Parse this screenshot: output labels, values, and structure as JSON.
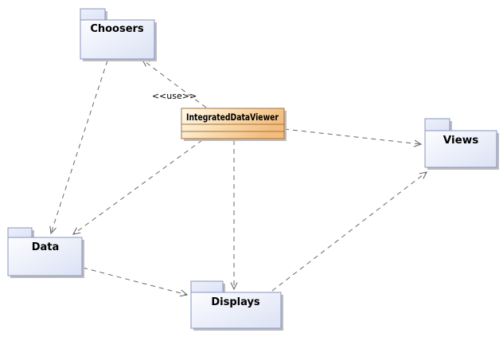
{
  "diagram": {
    "kind": "uml-package-dependency-diagram",
    "background": "#ffffff",
    "packages": {
      "choosers": {
        "name": "Choosers"
      },
      "data": {
        "name": "Data"
      },
      "displays": {
        "name": "Displays"
      },
      "views": {
        "name": "Views"
      }
    },
    "class_box": {
      "name": "IntegratedDataViewer",
      "empty_compartments": 2
    },
    "use_label": "<<use>>",
    "edges": [
      {
        "from": "IntegratedDataViewer",
        "to": "Choosers",
        "style": "dashed",
        "arrowhead": "open",
        "label": "<<use>>"
      },
      {
        "from": "IntegratedDataViewer",
        "to": "Views",
        "style": "dashed",
        "arrowhead": "open",
        "label": ""
      },
      {
        "from": "IntegratedDataViewer",
        "to": "Data",
        "style": "dashed",
        "arrowhead": "open",
        "label": ""
      },
      {
        "from": "IntegratedDataViewer",
        "to": "Displays",
        "style": "dashed",
        "arrowhead": "open",
        "label": ""
      },
      {
        "from": "Choosers",
        "to": "Data",
        "style": "dashed",
        "arrowhead": "open",
        "label": ""
      },
      {
        "from": "Data",
        "to": "Displays",
        "style": "dashed",
        "arrowhead": "open",
        "label": ""
      },
      {
        "from": "Displays",
        "to": "Views",
        "style": "dashed",
        "arrowhead": "open",
        "label": ""
      }
    ],
    "colors": {
      "package_fill_light": "#fdfdff",
      "package_fill_dark": "#dbe2f5",
      "package_tab_fill": "#e6eaf8",
      "package_border": "#8894bf",
      "class_fill_light": "#fefbee",
      "class_fill_dark": "#f2bd7e",
      "class_border": "#a9713b",
      "connector": "#686868",
      "shadow": "#bdbdbd",
      "text": "#000000"
    }
  }
}
